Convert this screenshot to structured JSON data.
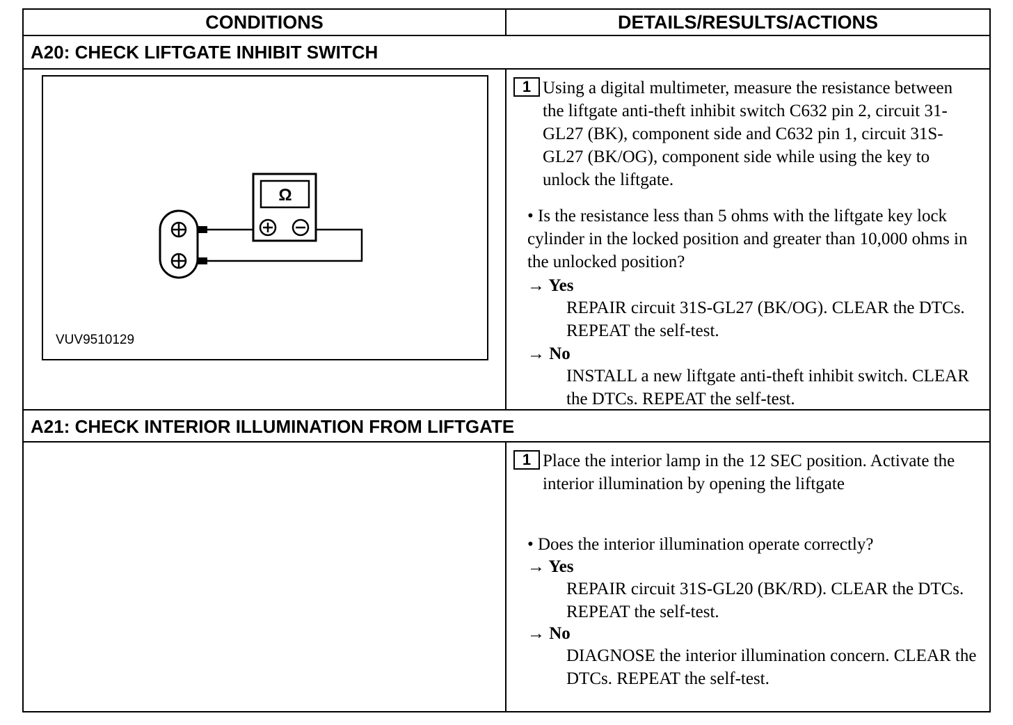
{
  "header": {
    "col_left": "CONDITIONS",
    "col_right": "DETAILS/RESULTS/ACTIONS"
  },
  "sections": [
    {
      "title": "A20: CHECK LIFTGATE INHIBIT SWITCH",
      "figure_label": "VUV9510129",
      "meter_symbol": "Ω",
      "step_number": "1",
      "step_text": "Using a digital multimeter, measure the resistance between the liftgate anti-theft inhibit switch C632 pin 2, circuit 31-GL27 (BK), component side and C632 pin 1, circuit 31S-GL27 (BK/OG), component side while using the key to unlock the liftgate.",
      "question": "• Is the resistance less than 5 ohms with the liftgate key lock cylinder in the locked position and greater than 10,000 ohms in the unlocked position?",
      "yes_label": "→ Yes",
      "yes_action": "REPAIR circuit 31S-GL27 (BK/OG). CLEAR the DTCs. REPEAT the self-test.",
      "no_label": "→ No",
      "no_action": "INSTALL a new liftgate anti-theft inhibit switch. CLEAR the DTCs. REPEAT the self-test."
    },
    {
      "title": "A21: CHECK INTERIOR ILLUMINATION FROM LIFTGATE",
      "step_number": "1",
      "step_text": "Place the interior lamp in the 12 SEC position. Activate the interior illumination by opening the liftgate",
      "question": "• Does the interior illumination operate correctly?",
      "yes_label": "→ Yes",
      "yes_action": "REPAIR circuit 31S-GL20 (BK/RD). CLEAR the DTCs. REPEAT the self-test.",
      "no_label": "→ No",
      "no_action": "DIAGNOSE the interior illumination concern. CLEAR the DTCs. REPEAT the self-test."
    }
  ]
}
